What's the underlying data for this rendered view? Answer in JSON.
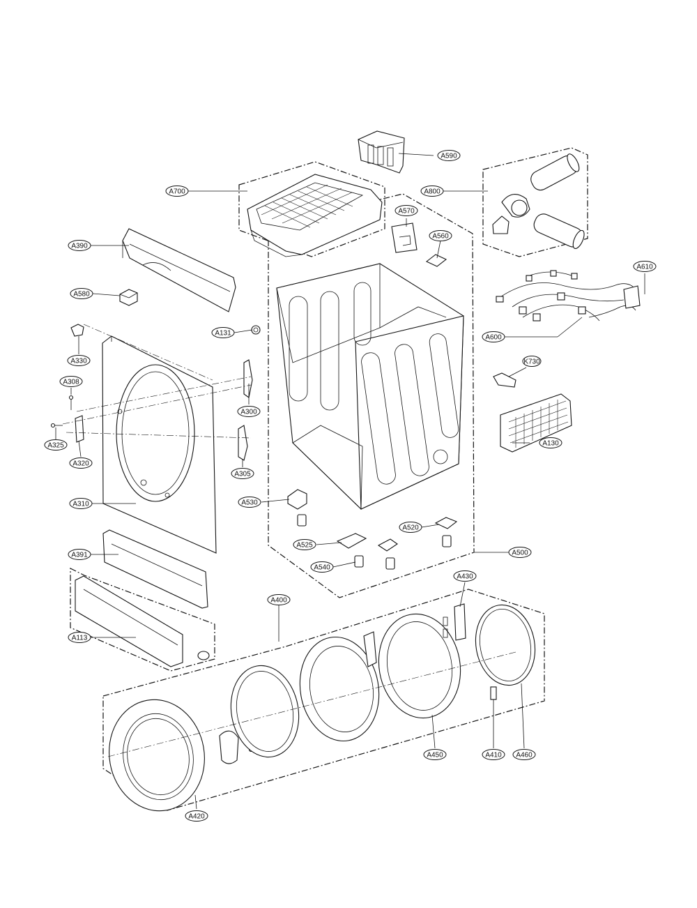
{
  "parts": [
    {
      "key": "A590",
      "label": "A590"
    },
    {
      "key": "A700",
      "label": "A700"
    },
    {
      "key": "A800",
      "label": "A800"
    },
    {
      "key": "A570",
      "label": "A570"
    },
    {
      "key": "A560",
      "label": "A560"
    },
    {
      "key": "A390",
      "label": "A390"
    },
    {
      "key": "A610",
      "label": "A610"
    },
    {
      "key": "A580",
      "label": "A580"
    },
    {
      "key": "A131",
      "label": "A131"
    },
    {
      "key": "A600",
      "label": "A600"
    },
    {
      "key": "A330",
      "label": "A330"
    },
    {
      "key": "K730",
      "label": "K730"
    },
    {
      "key": "A308",
      "label": "A308"
    },
    {
      "key": "A300",
      "label": "A300"
    },
    {
      "key": "A325",
      "label": "A325"
    },
    {
      "key": "A130",
      "label": "A130"
    },
    {
      "key": "A320",
      "label": "A320"
    },
    {
      "key": "A305",
      "label": "A305"
    },
    {
      "key": "A310",
      "label": "A310"
    },
    {
      "key": "A530",
      "label": "A530"
    },
    {
      "key": "A520",
      "label": "A520"
    },
    {
      "key": "A525",
      "label": "A525"
    },
    {
      "key": "A391",
      "label": "A391"
    },
    {
      "key": "A500",
      "label": "A500"
    },
    {
      "key": "A540",
      "label": "A540"
    },
    {
      "key": "A430",
      "label": "A430"
    },
    {
      "key": "A400",
      "label": "A400"
    },
    {
      "key": "A113",
      "label": "A113"
    },
    {
      "key": "A450",
      "label": "A450"
    },
    {
      "key": "A410",
      "label": "A410"
    },
    {
      "key": "A460",
      "label": "A460"
    },
    {
      "key": "A420",
      "label": "A420"
    }
  ]
}
